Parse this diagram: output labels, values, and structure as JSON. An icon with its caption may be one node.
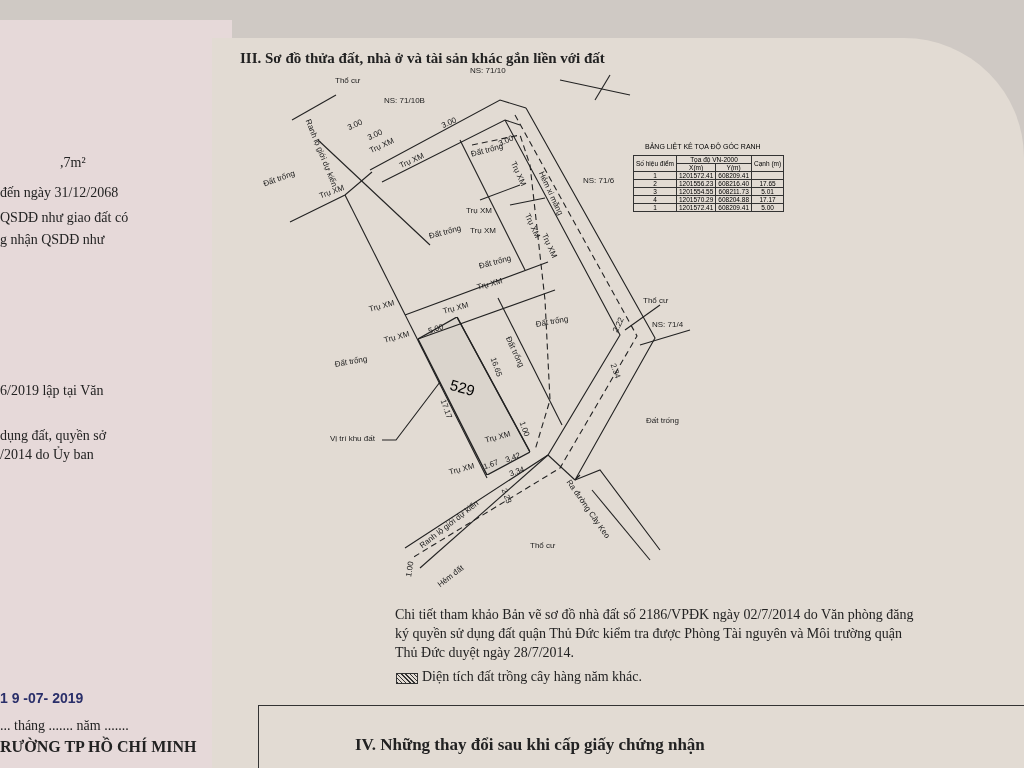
{
  "diagram": {
    "title": "III. Sơ đồ thửa đất, nhà ở và tài sản khác gắn liền với đất",
    "nodes": [
      {
        "text": [
          "Vị trí khu đất"
        ]
      },
      {
        "text": [
          "529"
        ]
      }
    ],
    "edges": [
      {
        "from": 0,
        "to": 1,
        "arrow": "none"
      }
    ],
    "labels": [
      "Thổ cư",
      "NS: 71/10",
      "NS: 71/10B",
      "Ranh lộ giới dự kiến",
      "3.00",
      "3.00",
      "Trụ XM",
      "Trụ XM",
      "3.00",
      "3.00",
      "Đất trống",
      "Trụ XM",
      "Đất trống",
      "Trụ XM",
      "Trụ XM",
      "Trụ XM",
      "Hẻm xi măng",
      "NS: 71/6",
      "Trụ XM",
      "Trụ XM",
      "Đất trống",
      "Đất trống",
      "Trụ XM",
      "Trụ XM",
      "Trụ XM",
      "5.00",
      "Trụ XM",
      "Đất trống",
      "Thổ cư",
      "NS: 71/4",
      "2.22",
      "Đất trống",
      "16.65",
      "Đất trống",
      "17.17",
      "2.34",
      "1.00",
      "Đất trống",
      "Trụ XM",
      "Trụ XM",
      "1.67",
      "3.42",
      "3.34",
      "2.23",
      "Ranh lộ giới dự kiến",
      "1.00",
      "Hẻm đất",
      "Thổ cư",
      "Ra đường Cây Keo",
      "BẢNG LIỆT KÊ TỌA ĐỘ GÓC RANH",
      "Số hiệu điểm",
      "Tọa độ VN-2000",
      "Cạnh (m)",
      "X(m)",
      "Y(m)",
      "1",
      "1201572.41",
      "608209.41",
      "2",
      "1201556.23",
      "608216.40",
      "17.65",
      "3",
      "1201554.55",
      "608211.73",
      "5.01",
      "4",
      "1201570.29",
      "608204.88",
      "17.17",
      "1",
      "1201572.41",
      "608209.41",
      "5.00",
      "Chi tiết tham khảo Bản vẽ sơ đồ nhà đất số 2186/VPĐK ngày 02/7/2014 do Văn phòng đăng ký quyền sử dụng đất quận Thủ Đức kiểm tra được Phòng Tài nguyên và Môi trường quận Thủ Đức duyệt ngày 28/7/2014.",
      "IV. Những thay đổi sau khi cấp giấy chứng nhận",
      ",7m²",
      "đến ngày 31/12/2068",
      "QSDĐ như giao đất có",
      "g nhận QSDĐ như",
      "6/2019 lập tại Văn",
      "dụng đất, quyền sở",
      "/2014 do Ủy ban",
      "1 9 -07- 2019",
      "... tháng ....... năm .......",
      "RƯỜNG TP HỒ CHÍ MINH"
    ],
    "legend": [
      {
        "text": "Diện tích đất trồng cây hàng năm khác."
      }
    ]
  }
}
